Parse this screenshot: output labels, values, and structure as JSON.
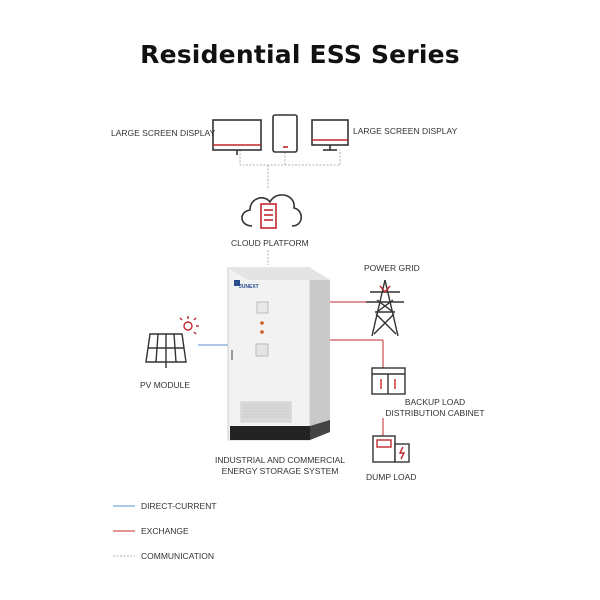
{
  "header": {
    "title": "Residential ESS Series"
  },
  "displays": {
    "left_label": "LARGE SCREEN DISPLAY",
    "right_label": "LARGE SCREEN DISPLAY"
  },
  "cloud": {
    "label": "CLOUD PLATFORM"
  },
  "power_grid": {
    "label": "POWER GRID"
  },
  "pv": {
    "label": "PV MODULE"
  },
  "ess": {
    "label_line1": "INDUSTRIAL AND COMMERCIAL",
    "label_line2": "ENERGY STORAGE SYSTEM",
    "brand": "JUNEXT"
  },
  "backup": {
    "label_line1": "BACKUP LOAD",
    "label_line2": "DISTRIBUTION CABINET"
  },
  "dump": {
    "label": "DUMP LOAD"
  },
  "legend": [
    {
      "label": "DIRECT-CURRENT",
      "color": "#5b8fd6",
      "style": "solid"
    },
    {
      "label": "EXCHANGE",
      "color": "#c0282d",
      "style": "solid"
    },
    {
      "label": "COMMUNICATION",
      "color": "#999999",
      "style": "dashed"
    }
  ],
  "colors": {
    "accent": "#c0282d",
    "dark": "#333333",
    "dc_line": "#5b8fd6",
    "comm_line": "#999999"
  }
}
